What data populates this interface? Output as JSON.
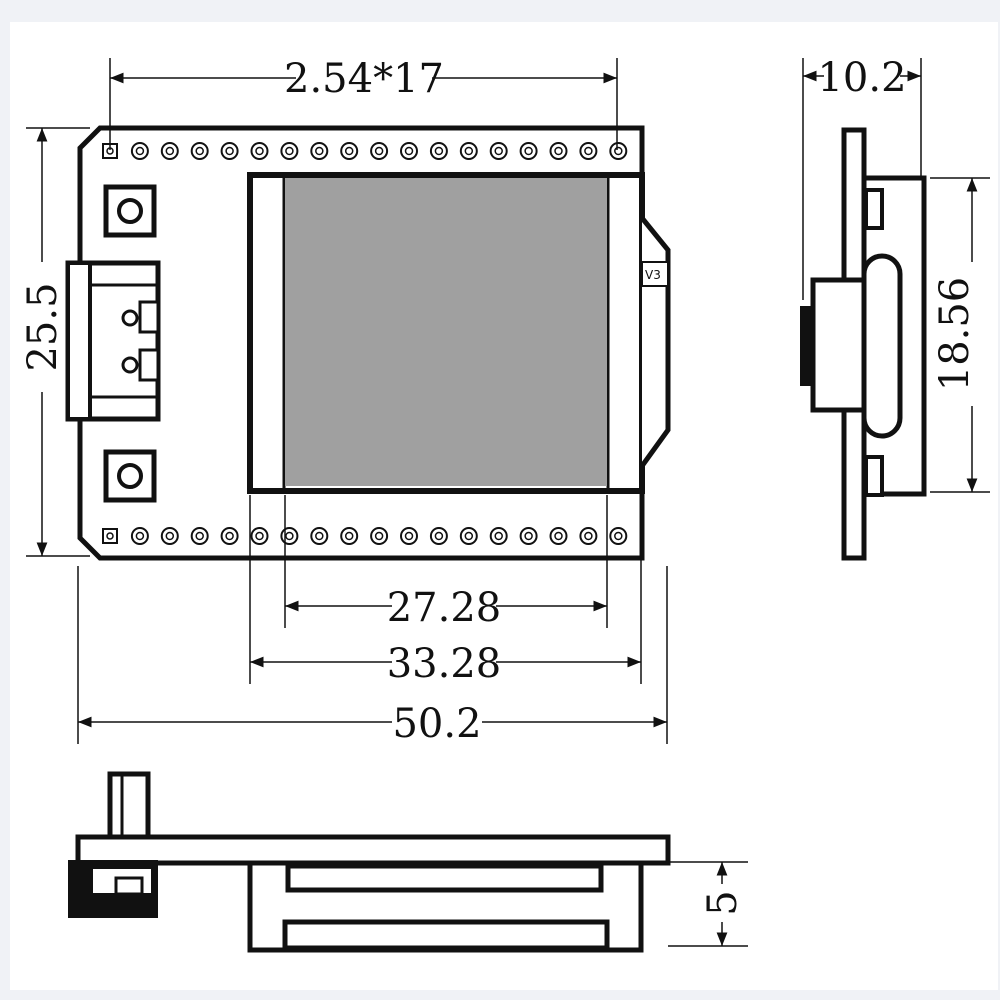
{
  "colors": {
    "background": "#f0f2f6",
    "paper": "#ffffff",
    "ink": "#111111",
    "screen": "#a0a0a0"
  },
  "dimensions": {
    "pin_pitch": "2.54*17",
    "board_height": "25.5",
    "screen_width": "27.28",
    "display_module_width": "33.28",
    "board_length": "50.2",
    "side_depth": "10.2",
    "side_height": "18.56",
    "bottom_height": "5"
  },
  "labels": {
    "version": "V3"
  }
}
